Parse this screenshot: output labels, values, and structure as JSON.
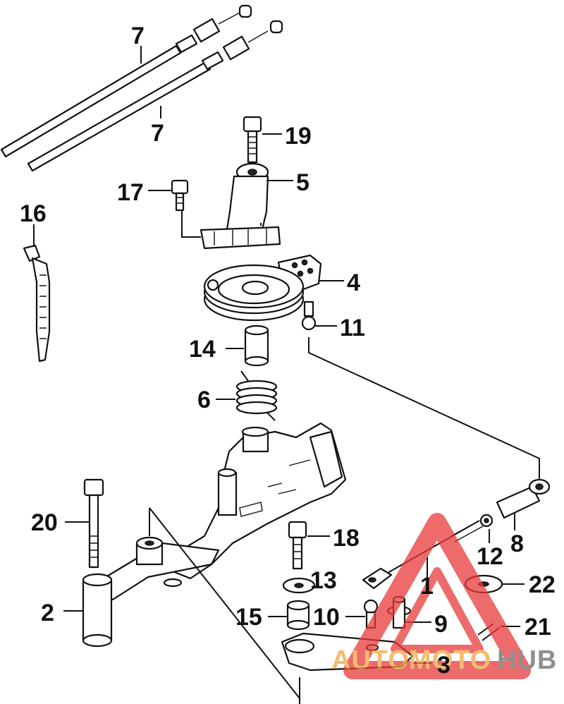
{
  "callouts": {
    "c1": "1",
    "c2": "2",
    "c3": "3",
    "c4": "4",
    "c5": "5",
    "c6": "6",
    "c7a": "7",
    "c7b": "7",
    "c8": "8",
    "c9": "9",
    "c10": "10",
    "c11": "11",
    "c12": "12",
    "c13": "13",
    "c14": "14",
    "c15": "15",
    "c16": "16",
    "c17": "17",
    "c18": "18",
    "c19": "19",
    "c20": "20",
    "c21": "21",
    "c22": "22"
  },
  "watermark": {
    "auto": "AUTO",
    "moto": "MOTO",
    "hub": "HUB",
    "color_red": "#e83a3a",
    "color_orange": "#f2a640",
    "color_gray": "#6a6a6a"
  }
}
